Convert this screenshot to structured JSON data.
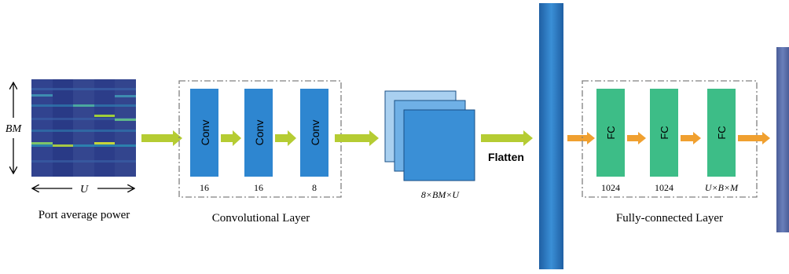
{
  "input": {
    "caption": "Port average power",
    "row_label": "BM",
    "col_label": "U"
  },
  "conv_block": {
    "caption": "Convolutional Layer",
    "layers": [
      {
        "label": "Conv",
        "channels": "16"
      },
      {
        "label": "Conv",
        "channels": "16"
      },
      {
        "label": "Conv",
        "channels": "8"
      }
    ]
  },
  "feature_maps": {
    "label": "8×BM×U"
  },
  "flatten": {
    "label": "Flatten"
  },
  "fc_block": {
    "caption": "Fully-connected Layer",
    "layers": [
      {
        "label": "FC",
        "units": "1024"
      },
      {
        "label": "FC",
        "units": "1024"
      },
      {
        "label": "FC",
        "units": "U×B×M"
      }
    ]
  },
  "colors": {
    "conv_fill": "#2e86d0",
    "fc_fill": "#3dbd87",
    "green_arrow": "#b5cc33",
    "orange_arrow": "#f0a030",
    "flatten_bar": "#2a76bd",
    "output_bar": "#5a6fa8",
    "dash_border": "#808080",
    "heatmap_base": "#2e3a8c"
  }
}
